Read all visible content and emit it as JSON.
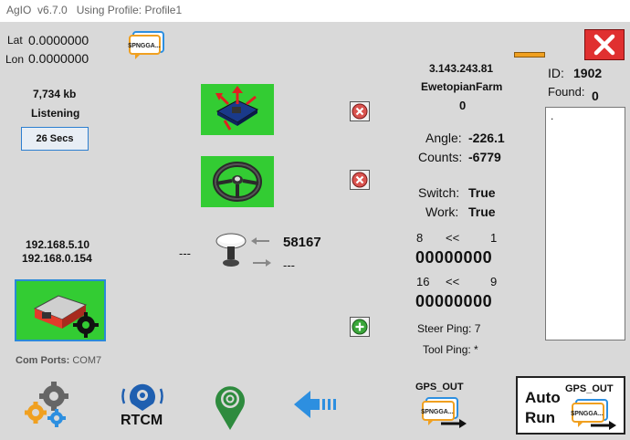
{
  "window": {
    "app_name": "AgIO",
    "version": "v6.7.0",
    "profile": "Using Profile: Profile1"
  },
  "gps": {
    "lat_label": "Lat",
    "lat_value": "0.0000000",
    "lon_label": "Lon",
    "lon_value": "0.0000000",
    "nmea_icon_text": "$PNGGA..."
  },
  "ntrip": {
    "kb": "7,734 kb",
    "status": "Listening",
    "secs_button": "26 Secs"
  },
  "network": {
    "ip1": "192.168.5.10",
    "ip2": "192.168.0.154",
    "left_dashes": "---",
    "port_top": "58167",
    "port_bottom": "---"
  },
  "com_ports": {
    "label": "Com Ports:",
    "value": "COM7"
  },
  "server": {
    "ip": "3.143.243.81",
    "name": "EwetopianFarm",
    "count": "0"
  },
  "imu": {
    "angle_label": "Angle:",
    "angle_value": "-226.1",
    "counts_label": "Counts:",
    "counts_value": "-6779",
    "switch_label": "Switch:",
    "switch_value": "True",
    "work_label": "Work:",
    "work_value": "True"
  },
  "bits": {
    "row1_left": "8",
    "row1_arrows": "<<",
    "row1_right": "1",
    "row1_value": "00000000",
    "row2_left": "16",
    "row2_arrows": "<<",
    "row2_right": "9",
    "row2_value": "00000000"
  },
  "pings": {
    "steer_label": "Steer Ping:",
    "steer_value": "7",
    "tool_label": "Tool Ping:",
    "tool_value": "*"
  },
  "id_panel": {
    "id_label": "ID:",
    "id_value": "1902",
    "found_label": "Found:",
    "found_value": "0",
    "log_text": "."
  },
  "bottom": {
    "rtcm_label": "RTCM",
    "gps_out_label": "GPS_OUT",
    "gps_out_icon_text": "$PNGGA...",
    "auto_label": "Auto",
    "run_label": "Run",
    "auto_gps_out_label": "GPS_OUT",
    "auto_icon_text": "$PNGGA..."
  },
  "colors": {
    "module_green": "#33cc33",
    "close_red": "#e03030",
    "minimize_orange": "#f0a020",
    "arrow_blue": "#2d8fe0"
  }
}
